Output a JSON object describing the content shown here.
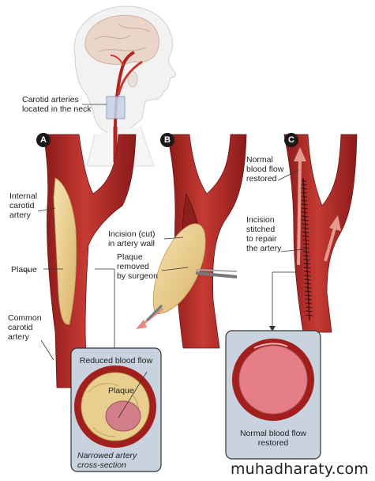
{
  "labels": {
    "carotid_location": "Carotid arteries\nlocated in the neck",
    "internal_carotid": "Internal\ncarotid\nartery",
    "plaque": "Plaque",
    "common_carotid": "Common\ncarotid\nartery",
    "incision_cut": "Incision (cut)\nin artery wall",
    "plaque_removed": "Plaque\nremoved\nby surgeon",
    "normal_flow_restored_top": "Normal\nblood flow\nrestored",
    "incision_stitched": "Incision\nstitched\nto repair\nthe artery",
    "reduced_flow": "Reduced blood flow",
    "plaque_inset": "Plaque",
    "narrowed_cross_section": "Narrowed artery\ncross-section",
    "normal_flow_inset": "Normal blood flow\nrestored"
  },
  "badges": {
    "a": "A",
    "b": "B",
    "c": "C"
  },
  "watermark": "muhadharaty.com",
  "colors": {
    "artery_dark": "#8f1d1d",
    "artery": "#b8302b",
    "artery_light": "#d9554a",
    "plaque": "#e9cf8f",
    "inset_bg": "#c9d2df",
    "head": "#f3f3f3"
  }
}
